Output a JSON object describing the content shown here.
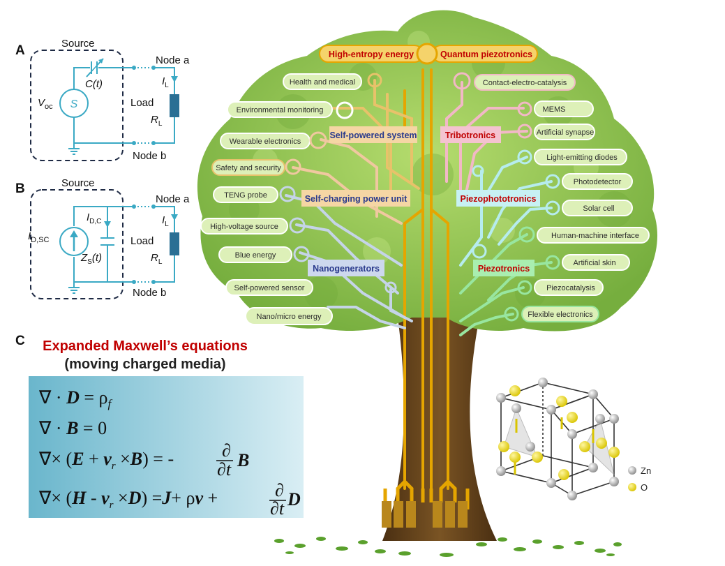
{
  "circuitA": {
    "letter": "A",
    "source_label": "Source",
    "node_a": "Node a",
    "node_b": "Node b",
    "voc_main": "V",
    "voc_sub": "oc",
    "source_symbol": "S",
    "cap_label": "C(t)",
    "load_label": "Load",
    "il_main": "I",
    "il_sub": "L",
    "rl_main": "R",
    "rl_sub": "L"
  },
  "circuitB": {
    "letter": "B",
    "source_label": "Source",
    "node_a": "Node a",
    "node_b": "Node b",
    "idsc_main": "I",
    "idsc_sub": "D,SC",
    "idc_main": "I",
    "idc_sub": "D,C",
    "zs_main": "Z",
    "zs_sub": "S",
    "zs_suffix": "(t)",
    "load_label": "Load",
    "il_main": "I",
    "il_sub": "L",
    "rl_main": "R",
    "rl_sub": "L"
  },
  "panelC": {
    "letter": "C",
    "title": "Expanded Maxwell’s equations",
    "subtitle": "(moving charged media)"
  },
  "tree": {
    "top_left": "High-entropy energy",
    "top_right": "Quantum piezotronics",
    "categories": {
      "self_powered": "Self-powered system",
      "tribotronics": "Tribotronics",
      "self_charging": "Self-charging power unit",
      "piezophototronics": "Piezophototronics",
      "nanogenerators": "Nanogenerators",
      "piezotronics": "Piezotronics"
    },
    "left_leaves": [
      "Health and medical",
      "Environmental monitoring",
      "Wearable electronics",
      "Safety and security",
      "TENG probe",
      "High-voltage source",
      "Blue energy",
      "Self-powered sensor",
      "Nano/micro energy"
    ],
    "right_leaves": [
      "Contact-electro-catalysis",
      "MEMS",
      "Artificial synapse",
      "Light-emitting diodes",
      "Photodetector",
      "Solar cell",
      "Human-machine interface",
      "Artificial skin",
      "Piezocatalysis",
      "Flexible electronics"
    ]
  },
  "crystal": {
    "legend": [
      "Zn",
      "O"
    ]
  },
  "colors": {
    "circuit": "#3aa9c4",
    "resistor": "#2a6f94",
    "red_title": "#c00000",
    "trunk_gold": "#e5a500",
    "foliage": "#8cc152"
  }
}
